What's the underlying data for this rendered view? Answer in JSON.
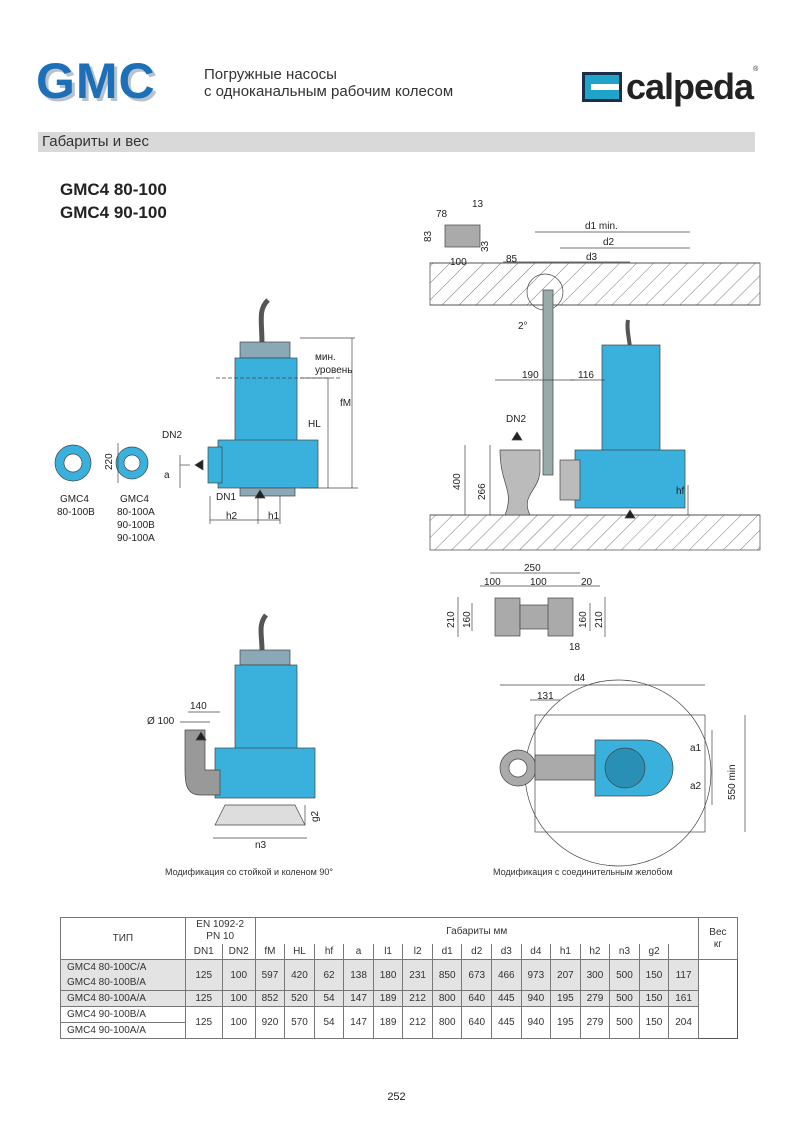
{
  "header": {
    "logo": "GMC",
    "subtitle_line1": "Погружные насосы",
    "subtitle_line2": "с одноканальным рабочим колесом",
    "brand": "calpeda",
    "brand_reg": "®"
  },
  "section_title": "Габариты и вес",
  "models": [
    "GMC4 80-100",
    "GMC4 90-100"
  ],
  "drawings": {
    "pump_main": {
      "min_level_1": "мин.",
      "min_level_2": "уровень",
      "fM": "fM",
      "HL": "HL",
      "DN2": "DN2",
      "a": "a",
      "DN1": "DN1",
      "h2": "h2",
      "h1": "h1",
      "d220": "220"
    },
    "flange_labels": {
      "left": [
        "GMC4",
        "80-100B"
      ],
      "right": [
        "GMC4",
        "80-100A",
        "90-100B",
        "90-100A"
      ]
    },
    "installation": {
      "d13": "13",
      "d78": "78",
      "d83": "83",
      "d33": "33",
      "d100": "100",
      "d85": "85",
      "d1": "d1 min.",
      "d2": "d2",
      "d3": "d3",
      "angle": "2°",
      "d190": "190",
      "d116": "116",
      "DN2": "DN2",
      "d400": "400",
      "d266": "266",
      "hf": "hf"
    },
    "flange_plan": {
      "d250": "250",
      "d100a": "100",
      "d100b": "100",
      "d20": "20",
      "d210a": "210",
      "d160a": "160",
      "d160b": "160",
      "d210b": "210",
      "d18": "18"
    },
    "plan_view": {
      "d4": "d4",
      "d131": "131",
      "a1": "a1",
      "a2": "a2",
      "min550": "550 min"
    },
    "elbow": {
      "dia": "Ø 100",
      "d140": "140",
      "g2": "g2",
      "n3": "n3"
    },
    "caption_left": "Модификация со стойкой и коленом 90°",
    "caption_right": "Модификация с соединительным желобом"
  },
  "table": {
    "type_header": "ТИП",
    "standard": [
      "EN 1092-2",
      "PN 10"
    ],
    "dims_header": "Габариты   мм",
    "weight_header": [
      "Вес",
      "кг"
    ],
    "columns": [
      "DN1",
      "DN2",
      "fM",
      "HL",
      "hf",
      "a",
      "l1",
      "l2",
      "d1",
      "d2",
      "d3",
      "d4",
      "h1",
      "h2",
      "n3",
      "g2"
    ],
    "rows": [
      {
        "types": [
          "GMC4 80-100C/A",
          "GMC4 80-100B/A"
        ],
        "values": [
          "125",
          "100",
          "597",
          "420",
          "62",
          "138",
          "180",
          "231",
          "850",
          "673",
          "466",
          "973",
          "207",
          "300",
          "500",
          "150"
        ],
        "weight": "117"
      },
      {
        "types": [
          "GMC4 80-100A/A"
        ],
        "values": [
          "125",
          "100",
          "852",
          "520",
          "54",
          "147",
          "189",
          "212",
          "800",
          "640",
          "445",
          "940",
          "195",
          "279",
          "500",
          "150"
        ],
        "weight": "161"
      },
      {
        "types": [
          "GMC4 90-100B/A",
          "GMC4 90-100A/A"
        ],
        "values": [
          "125",
          "100",
          "920",
          "570",
          "54",
          "147",
          "189",
          "212",
          "800",
          "640",
          "445",
          "940",
          "195",
          "279",
          "500",
          "150"
        ],
        "weight": "204"
      }
    ]
  },
  "page_number": "252",
  "colors": {
    "brand_blue": "#1d6fb8",
    "pump_blue": "#3ab0dc",
    "bar_gray": "#d9d9d9"
  }
}
